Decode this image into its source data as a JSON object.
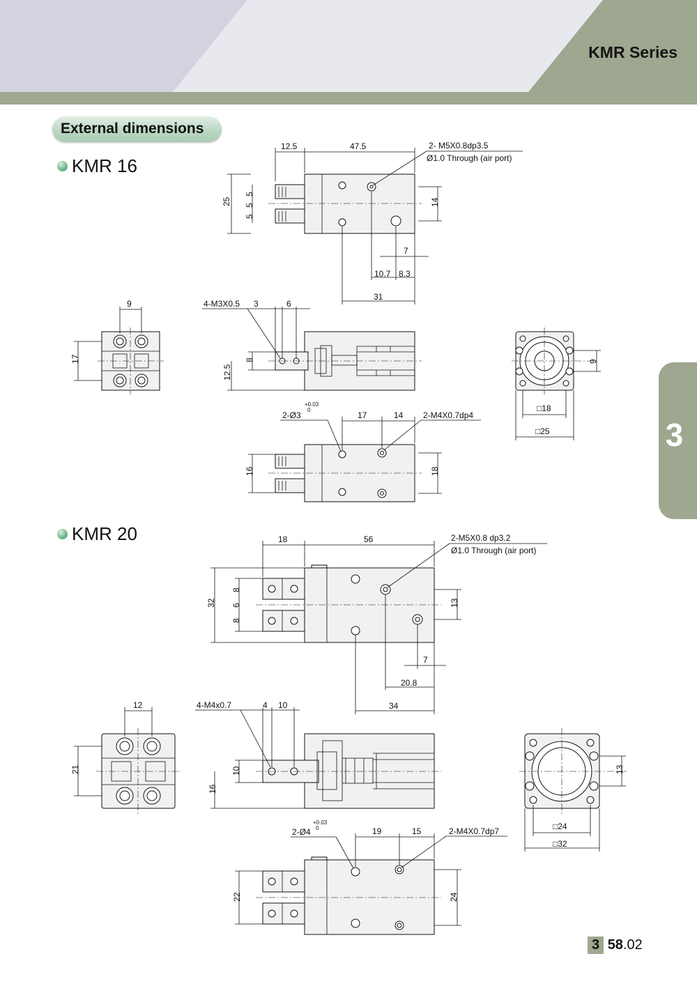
{
  "header": {
    "series_title": "KMR Series"
  },
  "section": {
    "title": "External dimensions"
  },
  "tab": {
    "chapter": "3"
  },
  "page_number": {
    "chapter": "3",
    "main": "58",
    "sub": ".02"
  },
  "colors": {
    "header_bar": "#9ea78f",
    "header_band": "#d7d8e2",
    "pill": "#bcd8c4"
  },
  "kmr16": {
    "title": "KMR 16",
    "top": {
      "d1": "12.5",
      "d2": "47.5",
      "note1": "2- M5X0.8dp3.5",
      "note2": "Ø1.0 Through (air port)",
      "d25": "25",
      "d5a": "5",
      "d5b": "5",
      "d5c": "5",
      "d14": "14",
      "d7": "7",
      "d107": "10.7",
      "d83": "8.3",
      "d31": "31"
    },
    "front": {
      "d9": "9",
      "d17": "17"
    },
    "side": {
      "note": "4-M3X0.5",
      "d3": "3",
      "d6": "6",
      "d8": "8",
      "d125": "12.5"
    },
    "end": {
      "d9": "9",
      "sq18": "□18",
      "sq25": "□25"
    },
    "bottom": {
      "hole": "2-Ø3",
      "tol_plus": "+0.03",
      "tol_zero": "0",
      "d17": "17",
      "d14": "14",
      "tap": "2-M4X0.7dp4",
      "d16": "16",
      "d18": "18"
    }
  },
  "kmr20": {
    "title": "KMR 20",
    "top": {
      "d1": "18",
      "d2": "56",
      "note1": "2-M5X0.8 dp3.2",
      "note2": "Ø1.0 Through (air port)",
      "d32": "32",
      "d8a": "8",
      "d6": "6",
      "d8b": "8",
      "d13": "13",
      "d7": "7",
      "d208": "20.8",
      "d34": "34"
    },
    "front": {
      "d12": "12",
      "d21": "21"
    },
    "side": {
      "note": "4-M4x0.7",
      "d4": "4",
      "d10": "10",
      "d10v": "10",
      "d16": "16"
    },
    "end": {
      "d13": "13",
      "sq24": "□24",
      "sq32": "□32"
    },
    "bottom": {
      "hole": "2-Ø4",
      "tol_plus": "+0.03",
      "tol_zero": "0",
      "d19": "19",
      "d15": "15",
      "tap": "2-M4X0.7dp7",
      "d22": "22",
      "d24": "24"
    }
  }
}
